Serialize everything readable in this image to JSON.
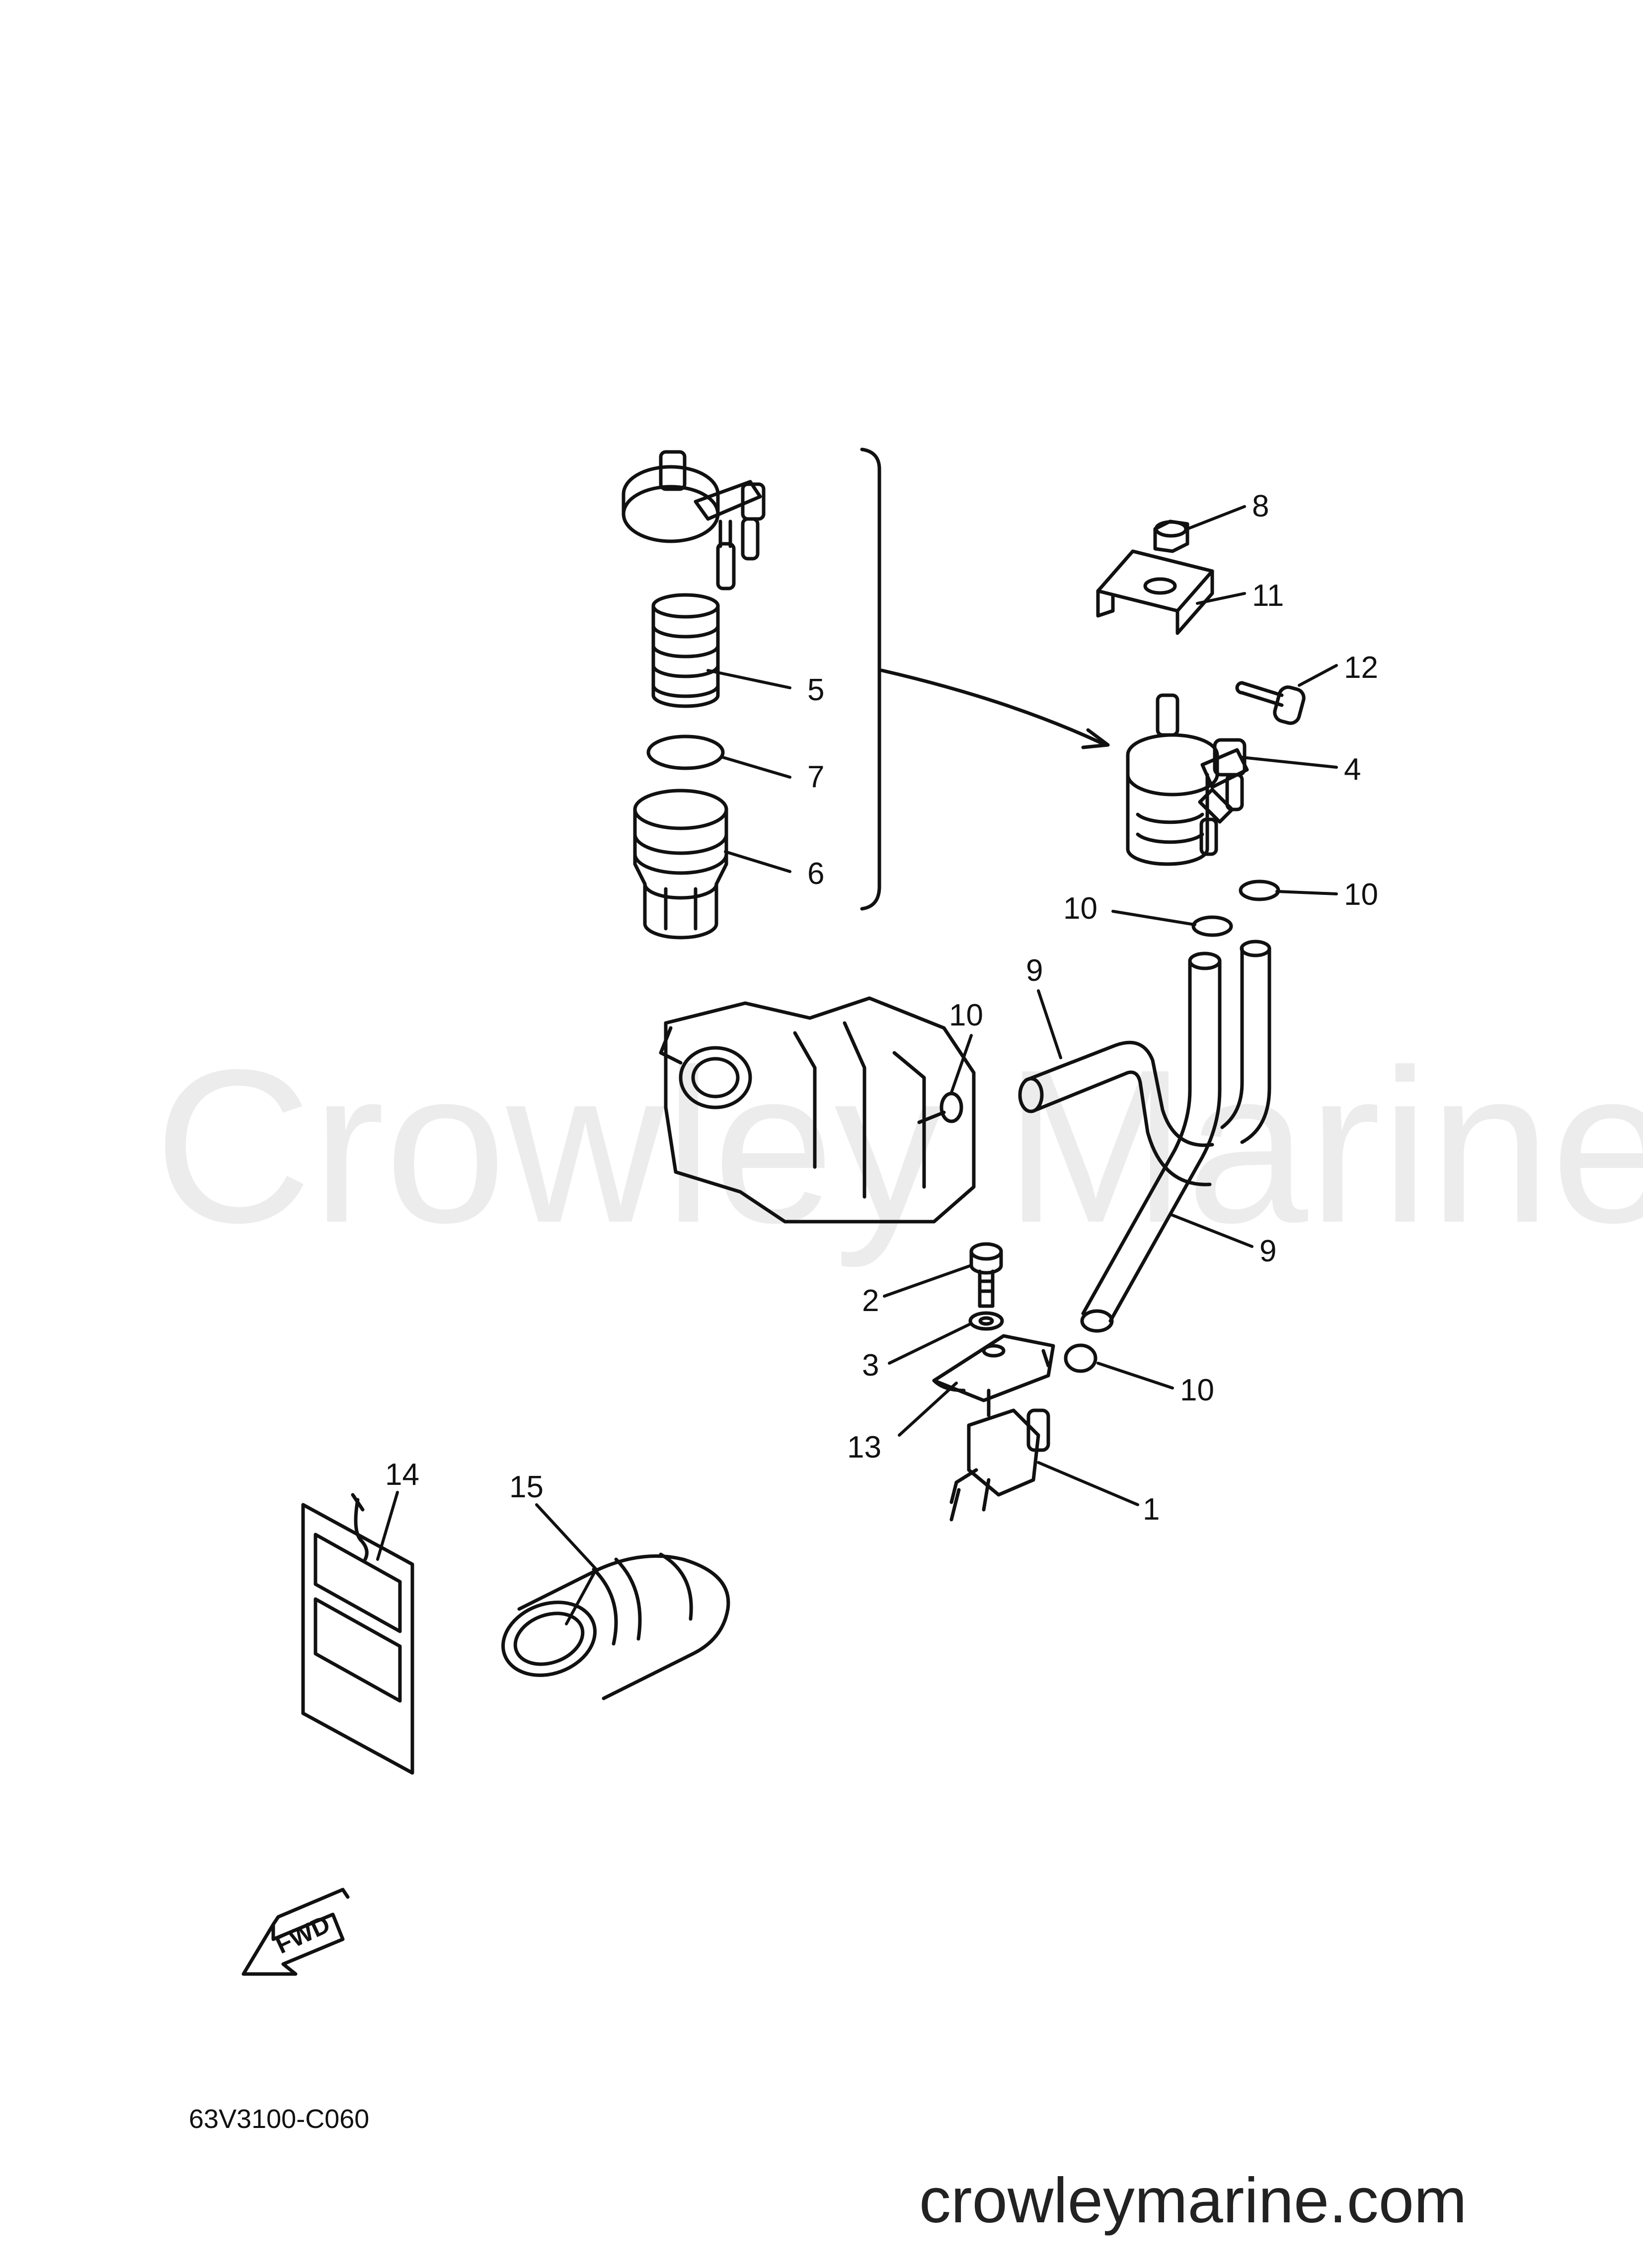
{
  "watermark": "Crowley Marine",
  "diagram_code": "63V3100-C060",
  "footer_url": "crowleymarine.com",
  "fwd_label": "FWD",
  "callouts": {
    "c1": "1",
    "c2": "2",
    "c3": "3",
    "c4": "4",
    "c5": "5",
    "c6": "6",
    "c7": "7",
    "c8": "8",
    "c9a": "9",
    "c9b": "9",
    "c10a": "10",
    "c10b": "10",
    "c10c": "10",
    "c10d": "10",
    "c11": "11",
    "c12": "12",
    "c13": "13",
    "c14": "14",
    "c15": "15"
  }
}
